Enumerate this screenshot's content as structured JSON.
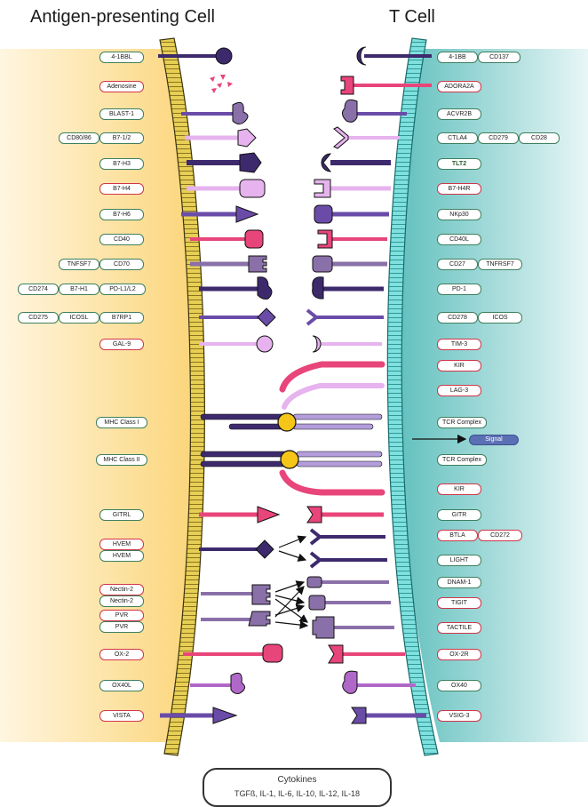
{
  "titles": {
    "left": "Antigen-presenting Cell",
    "right": "T Cell"
  },
  "colors": {
    "apc_bg": "#fbd57a",
    "tcell_bg": "#66c2c0",
    "apc_membrane": "#e2c84a",
    "tcell_membrane": "#6fd6d6",
    "dark_purple": "#3d2a6d",
    "purple": "#6a4ca8",
    "lavender": "#e6b3ee",
    "pink": "#e8457a",
    "mauve": "#8a70a8",
    "yellow_antigen": "#f5c518",
    "pill_border_green": "#3f7f5f",
    "pill_border_red": "#d0364a"
  },
  "apc_labels": [
    {
      "id": "4-1bbl",
      "text": "4-1BBL",
      "border": "green"
    },
    {
      "id": "adenosine",
      "text": "Adenosine",
      "border": "red"
    },
    {
      "id": "blast-1",
      "text": "BLAST-1",
      "border": "green"
    },
    {
      "id": "cd80-86",
      "text": "CD80/86",
      "border": "green"
    },
    {
      "id": "b7-1-2",
      "text": "B7-1/2",
      "border": "green"
    },
    {
      "id": "b7-h3",
      "text": "B7-H3",
      "border": "green"
    },
    {
      "id": "b7-h4",
      "text": "B7-H4",
      "border": "red"
    },
    {
      "id": "b7-h6",
      "text": "B7-H6",
      "border": "green"
    },
    {
      "id": "cd40",
      "text": "CD40",
      "border": "green"
    },
    {
      "id": "tnfsf7",
      "text": "TNFSF7",
      "border": "green"
    },
    {
      "id": "cd70",
      "text": "CD70",
      "border": "green"
    },
    {
      "id": "cd274",
      "text": "CD274",
      "border": "green"
    },
    {
      "id": "b7-h1",
      "text": "B7-H1",
      "border": "green"
    },
    {
      "id": "pd-l1-l2",
      "text": "PD-L1/L2",
      "border": "green"
    },
    {
      "id": "cd275",
      "text": "CD275",
      "border": "green"
    },
    {
      "id": "icosl",
      "text": "ICOSL",
      "border": "green"
    },
    {
      "id": "b7rp1",
      "text": "B7RP1",
      "border": "green"
    },
    {
      "id": "gal-9",
      "text": "GAL-9",
      "border": "red"
    },
    {
      "id": "mhc-class-1",
      "text": "MHC Class I",
      "border": "green"
    },
    {
      "id": "mhc-class-2",
      "text": "MHC Class II",
      "border": "green"
    },
    {
      "id": "gitrl",
      "text": "GITRL",
      "border": "green"
    },
    {
      "id": "hvem-red",
      "text": "HVEM",
      "border": "red"
    },
    {
      "id": "hvem-green",
      "text": "HVEM",
      "border": "green"
    },
    {
      "id": "nectin-2-red",
      "text": "Nectin-2",
      "border": "red"
    },
    {
      "id": "nectin-2-green",
      "text": "Nectin-2",
      "border": "green"
    },
    {
      "id": "pvr-red",
      "text": "PVR",
      "border": "red"
    },
    {
      "id": "pvr-green",
      "text": "PVR",
      "border": "green"
    },
    {
      "id": "ox-2",
      "text": "OX-2",
      "border": "red"
    },
    {
      "id": "ox40l",
      "text": "OX40L",
      "border": "green"
    },
    {
      "id": "vista",
      "text": "VISTA",
      "border": "red"
    }
  ],
  "tcell_labels": [
    {
      "id": "4-1bb",
      "text": "4-1BB",
      "border": "green"
    },
    {
      "id": "cd137",
      "text": "CD137",
      "border": "green"
    },
    {
      "id": "adora2a",
      "text": "ADORA2A",
      "border": "red"
    },
    {
      "id": "acvr2b",
      "text": "ACVR2B",
      "border": "green"
    },
    {
      "id": "ctla4",
      "text": "CTLA4",
      "border": "green"
    },
    {
      "id": "cd279",
      "text": "CD279",
      "border": "green"
    },
    {
      "id": "cd28",
      "text": "CD28",
      "border": "green"
    },
    {
      "id": "tlt2",
      "text": "TLT2",
      "border": "green"
    },
    {
      "id": "b7-h4r",
      "text": "B7-H4R",
      "border": "red"
    },
    {
      "id": "nkp30",
      "text": "NKp30",
      "border": "green"
    },
    {
      "id": "cd40l",
      "text": "CD40L",
      "border": "green"
    },
    {
      "id": "cd27",
      "text": "CD27",
      "border": "green"
    },
    {
      "id": "tnfrsf7",
      "text": "TNFRSF7",
      "border": "green"
    },
    {
      "id": "pd-1",
      "text": "PD-1",
      "border": "green"
    },
    {
      "id": "cd278",
      "text": "CD278",
      "border": "green"
    },
    {
      "id": "icos",
      "text": "ICOS",
      "border": "green"
    },
    {
      "id": "tim-3",
      "text": "TIM-3",
      "border": "red"
    },
    {
      "id": "kir-1",
      "text": "KIR",
      "border": "red"
    },
    {
      "id": "lag-3",
      "text": "LAG-3",
      "border": "red"
    },
    {
      "id": "tcr-complex-1",
      "text": "TCR Complex",
      "border": "green"
    },
    {
      "id": "signal",
      "text": "Signal",
      "border": "signal"
    },
    {
      "id": "tcr-complex-2",
      "text": "TCR Complex",
      "border": "green"
    },
    {
      "id": "kir-2",
      "text": "KIR",
      "border": "red"
    },
    {
      "id": "gitr",
      "text": "GITR",
      "border": "green"
    },
    {
      "id": "btla",
      "text": "BTLA",
      "border": "red"
    },
    {
      "id": "cd272",
      "text": "CD272",
      "border": "red"
    },
    {
      "id": "light",
      "text": "LIGHT",
      "border": "green"
    },
    {
      "id": "dnam-1",
      "text": "DNAM-1",
      "border": "green"
    },
    {
      "id": "tigit",
      "text": "TIGIT",
      "border": "red"
    },
    {
      "id": "tactile",
      "text": "TACTILE",
      "border": "red"
    },
    {
      "id": "ox-2r",
      "text": "OX-2R",
      "border": "red"
    },
    {
      "id": "ox40",
      "text": "OX40",
      "border": "green"
    },
    {
      "id": "vsig-3",
      "text": "VSIG-3",
      "border": "red"
    }
  ],
  "cytokines": {
    "title": "Cytokines",
    "list": "TGFß, IL-1, IL-6, IL-10, IL-12, IL-18"
  }
}
